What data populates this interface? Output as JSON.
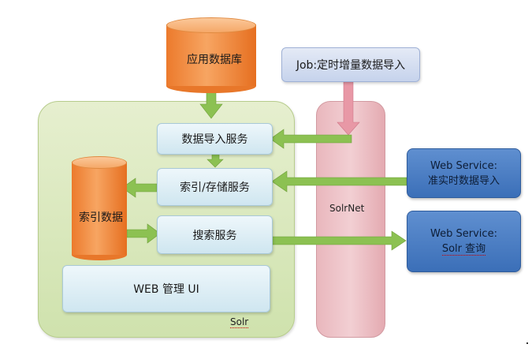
{
  "nodes": {
    "app_db": "应用数据库",
    "job": "Job:定时增量数据导入",
    "import_service": "数据导入服务",
    "index_service": "索引/存储服务",
    "index_data": "索引数据",
    "search_service": "搜索服务",
    "web_ui": "WEB 管理 UI",
    "solr": "Solr",
    "solrnet": "SolrNet",
    "ws_import_line1": "Web Service:",
    "ws_import_line2": "准实时数据导入",
    "ws_query_line1": "Web Service:",
    "ws_query_line2": "Solr 查询"
  },
  "colors": {
    "arrow_green": "#8cc152",
    "arrow_pink": "#e898a6",
    "cylinder_orange": "#f08a3c",
    "web_service_blue": "#4a7cc2",
    "solr_green": "#d6e6b8",
    "solrnet_pink": "#edc0c5"
  }
}
